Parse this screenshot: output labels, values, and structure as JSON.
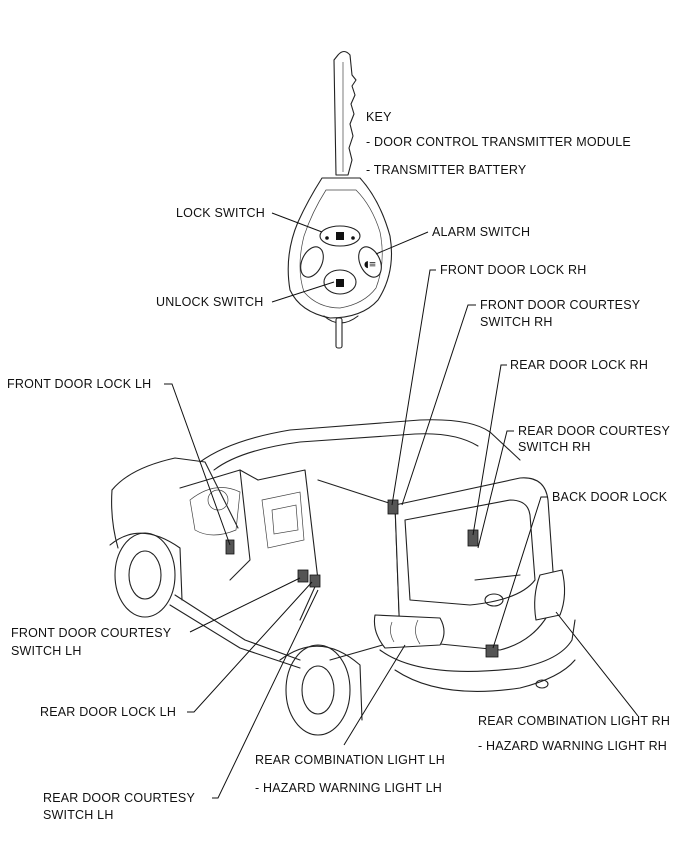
{
  "labels": {
    "key": "KEY",
    "door_control_transmitter_module": "- DOOR CONTROL TRANSMITTER MODULE",
    "transmitter_battery": "- TRANSMITTER BATTERY",
    "lock_switch": "LOCK SWITCH",
    "alarm_switch": "ALARM SWITCH",
    "unlock_switch": "UNLOCK SWITCH",
    "front_door_lock_rh": "FRONT DOOR LOCK RH",
    "front_door_courtesy_switch_rh_1": "FRONT DOOR COURTESY",
    "front_door_courtesy_switch_rh_2": "SWITCH RH",
    "rear_door_lock_rh": "REAR DOOR LOCK RH",
    "front_door_lock_lh": "FRONT DOOR LOCK LH",
    "rear_door_courtesy_switch_rh_1": "REAR DOOR COURTESY",
    "rear_door_courtesy_switch_rh_2": "SWITCH RH",
    "back_door_lock": "BACK DOOR LOCK",
    "front_door_courtesy_switch_lh_1": "FRONT DOOR COURTESY",
    "front_door_courtesy_switch_lh_2": "SWITCH LH",
    "rear_door_lock_lh": "REAR DOOR LOCK LH",
    "rear_combination_light_rh": "REAR COMBINATION LIGHT RH",
    "hazard_warning_light_rh": "- HAZARD WARNING LIGHT RH",
    "rear_combination_light_lh": "REAR COMBINATION LIGHT LH",
    "hazard_warning_light_lh": "- HAZARD WARNING LIGHT LH",
    "rear_door_courtesy_switch_lh_1": "REAR DOOR COURTESY",
    "rear_door_courtesy_switch_lh_2": "SWITCH LH"
  }
}
